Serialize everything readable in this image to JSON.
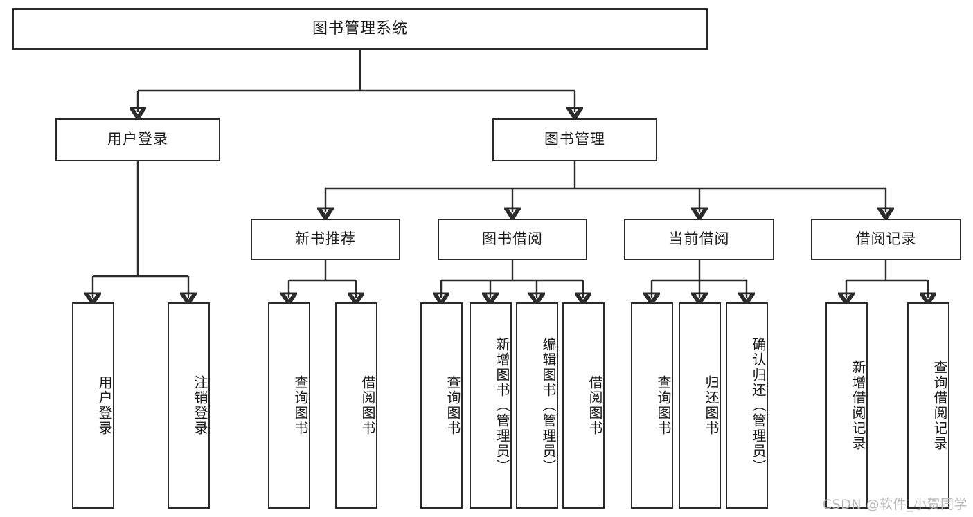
{
  "diagram": {
    "title": "图书管理系统",
    "type": "tree-flowchart",
    "root": {
      "label": "图书管理系统"
    },
    "level2": [
      {
        "label": "用户登录"
      },
      {
        "label": "图书管理"
      }
    ],
    "level3": [
      {
        "label": "新书推荐"
      },
      {
        "label": "图书借阅"
      },
      {
        "label": "当前借阅"
      },
      {
        "label": "借阅记录"
      }
    ],
    "leaves": {
      "user_login": [
        {
          "label": "用户登录"
        },
        {
          "label": "注销登录"
        }
      ],
      "new_book_recommend": [
        {
          "label": "查询图书"
        },
        {
          "label": "借阅图书"
        }
      ],
      "book_borrow": [
        {
          "label": "查询图书"
        },
        {
          "label": "新增图书（管理员）"
        },
        {
          "label": "编辑图书（管理员）"
        },
        {
          "label": "借阅图书"
        }
      ],
      "current_borrow": [
        {
          "label": "查询图书"
        },
        {
          "label": "归还图书"
        },
        {
          "label": "确认归还（管理员）"
        }
      ],
      "borrow_record": [
        {
          "label": "新增借阅记录"
        },
        {
          "label": "查询借阅记录"
        }
      ]
    }
  },
  "watermark": {
    "text": "CSDN @软件_小贺同学"
  },
  "colors": {
    "stroke": "#2b2b2b",
    "background": "#ffffff",
    "text": "#1a1a1a",
    "watermark": "#b9b9b9"
  }
}
